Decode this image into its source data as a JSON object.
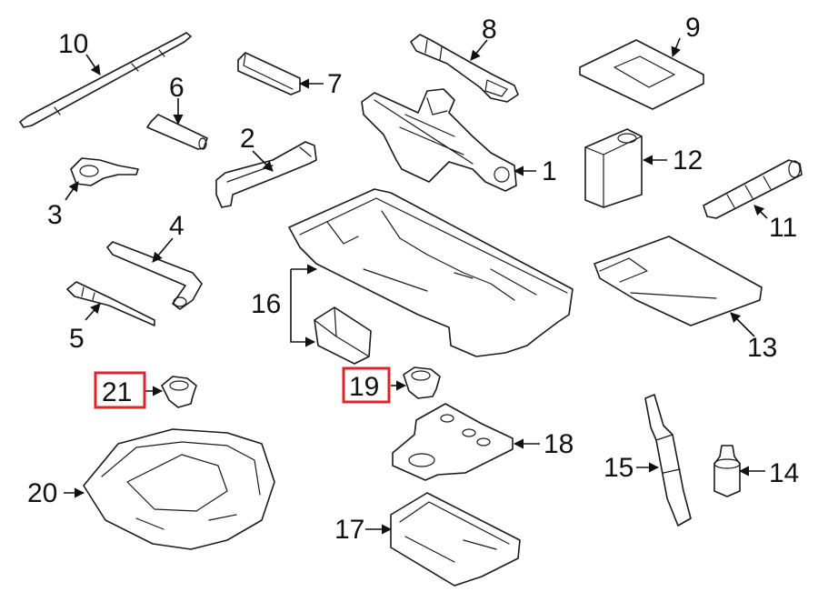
{
  "callouts": [
    {
      "key": "c1",
      "text": "1"
    },
    {
      "key": "c2",
      "text": "2"
    },
    {
      "key": "c3",
      "text": "3"
    },
    {
      "key": "c4",
      "text": "4"
    },
    {
      "key": "c5",
      "text": "5"
    },
    {
      "key": "c6",
      "text": "6"
    },
    {
      "key": "c7",
      "text": "7"
    },
    {
      "key": "c8",
      "text": "8"
    },
    {
      "key": "c9",
      "text": "9"
    },
    {
      "key": "c10",
      "text": "10"
    },
    {
      "key": "c11",
      "text": "11"
    },
    {
      "key": "c12",
      "text": "12"
    },
    {
      "key": "c13",
      "text": "13"
    },
    {
      "key": "c14",
      "text": "14"
    },
    {
      "key": "c15",
      "text": "15"
    },
    {
      "key": "c16",
      "text": "16"
    },
    {
      "key": "c17",
      "text": "17"
    },
    {
      "key": "c18",
      "text": "18"
    },
    {
      "key": "c19",
      "text": "19"
    },
    {
      "key": "c20",
      "text": "20"
    },
    {
      "key": "c21",
      "text": "21"
    }
  ],
  "highlight_color": "#e0242b",
  "line_color": "#1a1a1a"
}
